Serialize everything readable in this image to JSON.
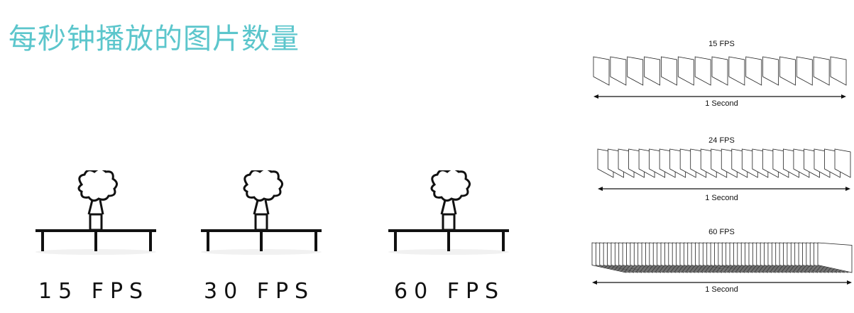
{
  "title": "每秒钟播放的图片数量",
  "figures": [
    {
      "label": "15 FPS"
    },
    {
      "label": "30 FPS"
    },
    {
      "label": "60 FPS"
    }
  ],
  "diagrams": [
    {
      "fps_label": "15 FPS",
      "frames": 15,
      "duration_label": "1 Second"
    },
    {
      "fps_label": "24 FPS",
      "frames": 24,
      "duration_label": "1 Second"
    },
    {
      "fps_label": "60 FPS",
      "frames": 60,
      "duration_label": "1 Second"
    }
  ],
  "colors": {
    "title": "#5cc6cc",
    "ink": "#111111"
  }
}
